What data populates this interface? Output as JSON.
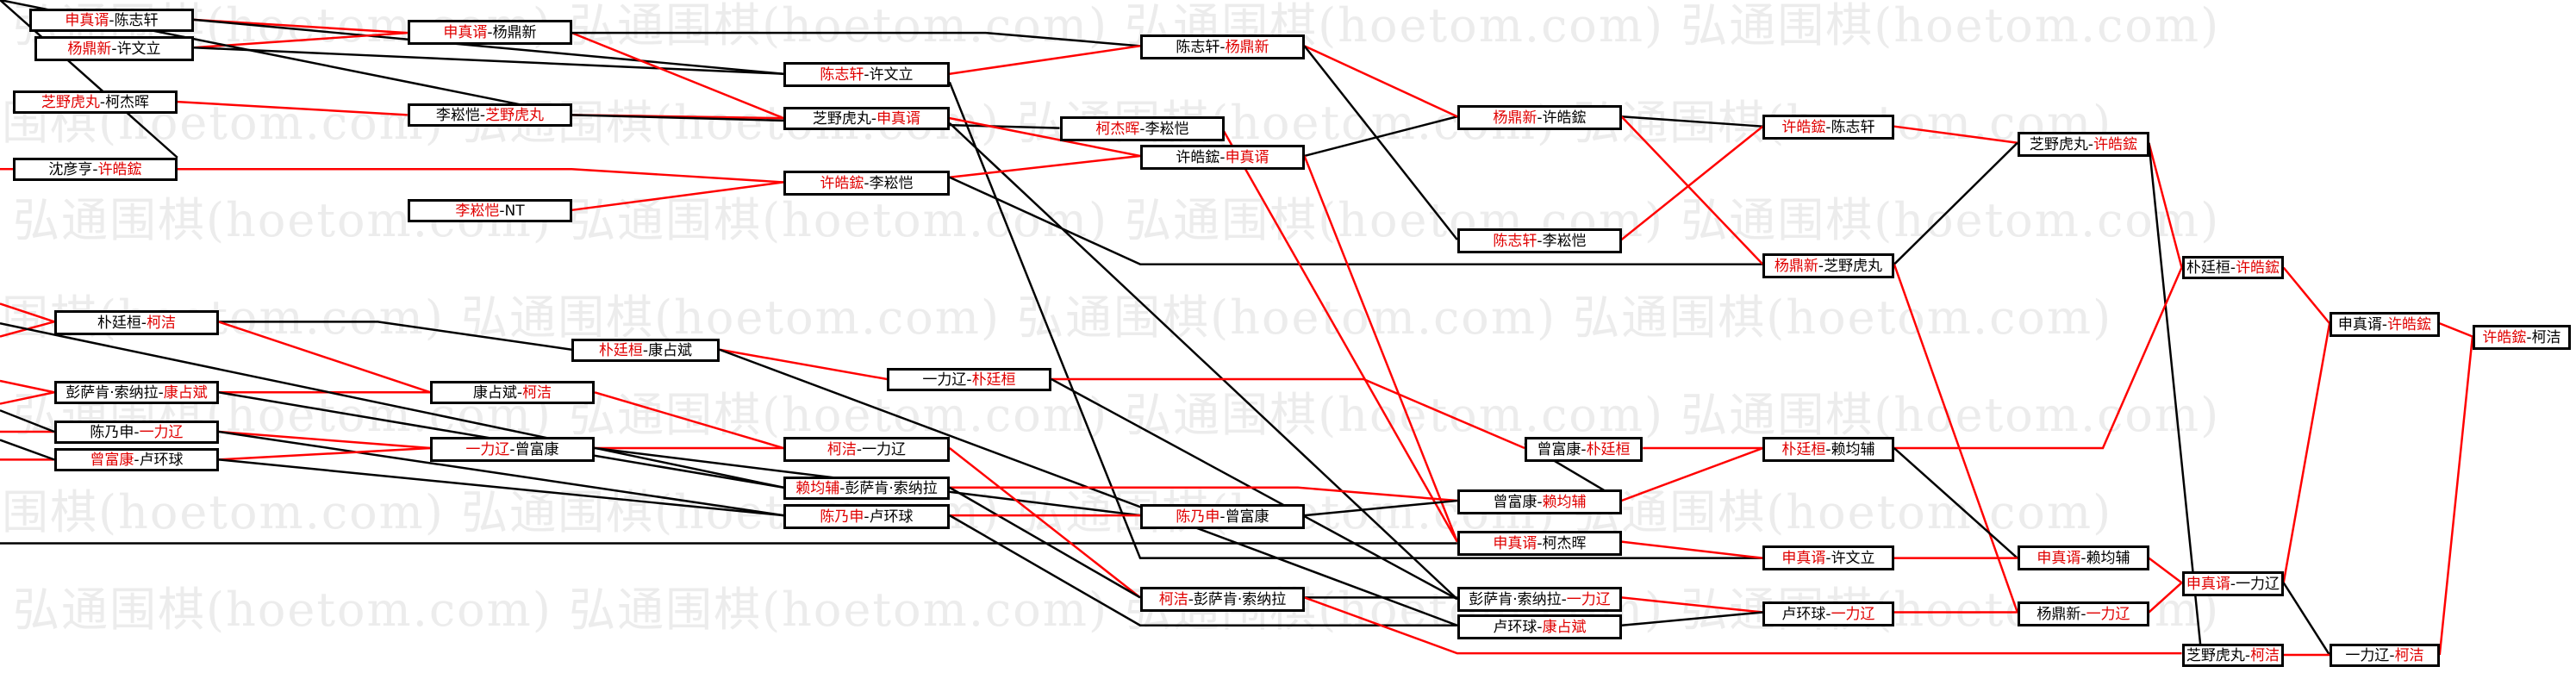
{
  "watermark": "弘通围棋(hoetom.com)",
  "colors": {
    "winner": "#e00000",
    "loser_line": "#000000",
    "win_line": "#ff0000",
    "border": "#000000"
  },
  "matches": [
    {
      "p1": "申真谞",
      "p2": "陈志轩",
      "winner": 1
    },
    {
      "p1": "杨鼎新",
      "p2": "许文立",
      "winner": 1
    },
    {
      "p1": "芝野虎丸",
      "p2": "柯杰晖",
      "winner": 1
    },
    {
      "p1": "沈彦亨",
      "p2": "许皓鋐",
      "winner": 2
    },
    {
      "p1": "申真谞",
      "p2": "杨鼎新",
      "winner": 1
    },
    {
      "p1": "李崧恺",
      "p2": "芝野虎丸",
      "winner": 2
    },
    {
      "p1": "李崧恺",
      "p2": "NT",
      "winner": 1
    },
    {
      "p1": "陈志轩",
      "p2": "许文立",
      "winner": 1
    },
    {
      "p1": "芝野虎丸",
      "p2": "申真谞",
      "winner": 2
    },
    {
      "p1": "许皓鋐",
      "p2": "李崧恺",
      "winner": 1
    },
    {
      "p1": "柯杰晖",
      "p2": "李崧恺",
      "winner": 1
    },
    {
      "p1": "陈志轩",
      "p2": "杨鼎新",
      "winner": 2
    },
    {
      "p1": "许皓鋐",
      "p2": "申真谞",
      "winner": 2
    },
    {
      "p1": "杨鼎新",
      "p2": "许皓鋐",
      "winner": 1
    },
    {
      "p1": "陈志轩",
      "p2": "李崧恺",
      "winner": 1
    },
    {
      "p1": "许皓鋐",
      "p2": "陈志轩",
      "winner": 1
    },
    {
      "p1": "杨鼎新",
      "p2": "芝野虎丸",
      "winner": 1
    },
    {
      "p1": "芝野虎丸",
      "p2": "许皓鋐",
      "winner": 2
    },
    {
      "p1": "朴廷桓",
      "p2": "许皓鋐",
      "winner": 2
    },
    {
      "p1": "申真谞",
      "p2": "许皓鋐",
      "winner": 2
    },
    {
      "p1": "许皓鋐",
      "p2": "柯洁",
      "winner": 1
    },
    {
      "p1": "朴廷桓",
      "p2": "柯洁",
      "winner": 2
    },
    {
      "p1": "彭萨肯·索纳拉",
      "p2": "康占斌",
      "winner": 2
    },
    {
      "p1": "陈乃申",
      "p2": "一力辽",
      "winner": 2
    },
    {
      "p1": "曾富康",
      "p2": "卢环球",
      "winner": 1
    },
    {
      "p1": "朴廷桓",
      "p2": "康占斌",
      "winner": 1
    },
    {
      "p1": "康占斌",
      "p2": "柯洁",
      "winner": 2
    },
    {
      "p1": "一力辽",
      "p2": "曾富康",
      "winner": 1
    },
    {
      "p1": "一力辽",
      "p2": "朴廷桓",
      "winner": 2
    },
    {
      "p1": "柯洁",
      "p2": "一力辽",
      "winner": 1
    },
    {
      "p1": "赖均辅",
      "p2": "彭萨肯·索纳拉",
      "winner": 1
    },
    {
      "p1": "陈乃申",
      "p2": "卢环球",
      "winner": 1
    },
    {
      "p1": "陈乃申",
      "p2": "曾富康",
      "winner": 1
    },
    {
      "p1": "柯洁",
      "p2": "彭萨肯·索纳拉",
      "winner": 1
    },
    {
      "p1": "曾富康",
      "p2": "朴廷桓",
      "winner": 2
    },
    {
      "p1": "曾富康",
      "p2": "赖均辅",
      "winner": 2
    },
    {
      "p1": "申真谞",
      "p2": "柯杰晖",
      "winner": 1
    },
    {
      "p1": "彭萨肯·索纳拉",
      "p2": "一力辽",
      "winner": 2
    },
    {
      "p1": "卢环球",
      "p2": "康占斌",
      "winner": 2
    },
    {
      "p1": "朴廷桓",
      "p2": "赖均辅",
      "winner": 1
    },
    {
      "p1": "申真谞",
      "p2": "许文立",
      "winner": 1
    },
    {
      "p1": "卢环球",
      "p2": "一力辽",
      "winner": 2
    },
    {
      "p1": "申真谞",
      "p2": "赖均辅",
      "winner": 1
    },
    {
      "p1": "杨鼎新",
      "p2": "一力辽",
      "winner": 2
    },
    {
      "p1": "申真谞",
      "p2": "一力辽",
      "winner": 1
    },
    {
      "p1": "芝野虎丸",
      "p2": "柯洁",
      "winner": 2
    },
    {
      "p1": "一力辽",
      "p2": "柯洁",
      "winner": 2
    }
  ]
}
